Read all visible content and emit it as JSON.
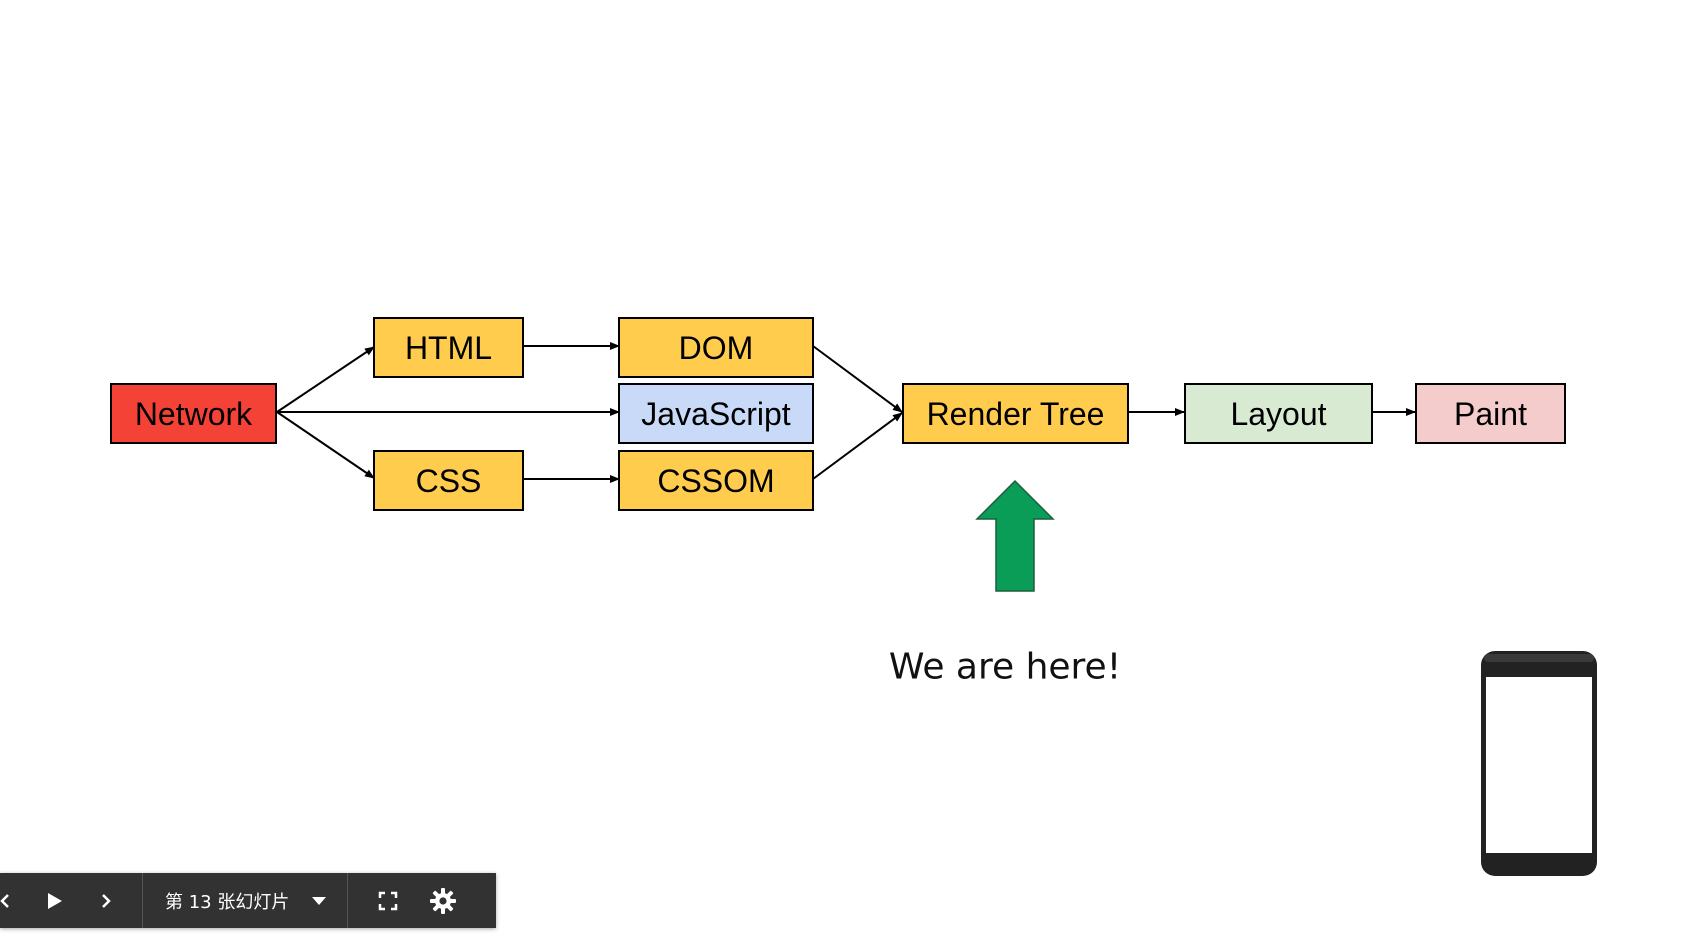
{
  "slide": {
    "nodes": {
      "network": {
        "label": "Network",
        "color": "#f44336"
      },
      "html": {
        "label": "HTML",
        "color": "#ffcc4d"
      },
      "dom": {
        "label": "DOM",
        "color": "#ffcc4d"
      },
      "javascript": {
        "label": "JavaScript",
        "color": "#c9daf8"
      },
      "css": {
        "label": "CSS",
        "color": "#ffcc4d"
      },
      "cssom": {
        "label": "CSSOM",
        "color": "#ffcc4d"
      },
      "render_tree": {
        "label": "Render Tree",
        "color": "#ffcc4d"
      },
      "layout": {
        "label": "Layout",
        "color": "#d9ead3"
      },
      "paint": {
        "label": "Paint",
        "color": "#f4cccc"
      }
    },
    "pointer_arrow_color": "#0a9d58",
    "note": "We are here!",
    "phone_icon": "smartphone-icon"
  },
  "toolbar": {
    "prev_icon": "chevron-left-icon",
    "play_icon": "play-icon",
    "next_icon": "chevron-right-icon",
    "slide_indicator": "第 13 张幻灯片",
    "dropdown_icon": "caret-down-icon",
    "fullscreen_icon": "fullscreen-icon",
    "settings_icon": "gear-icon"
  }
}
